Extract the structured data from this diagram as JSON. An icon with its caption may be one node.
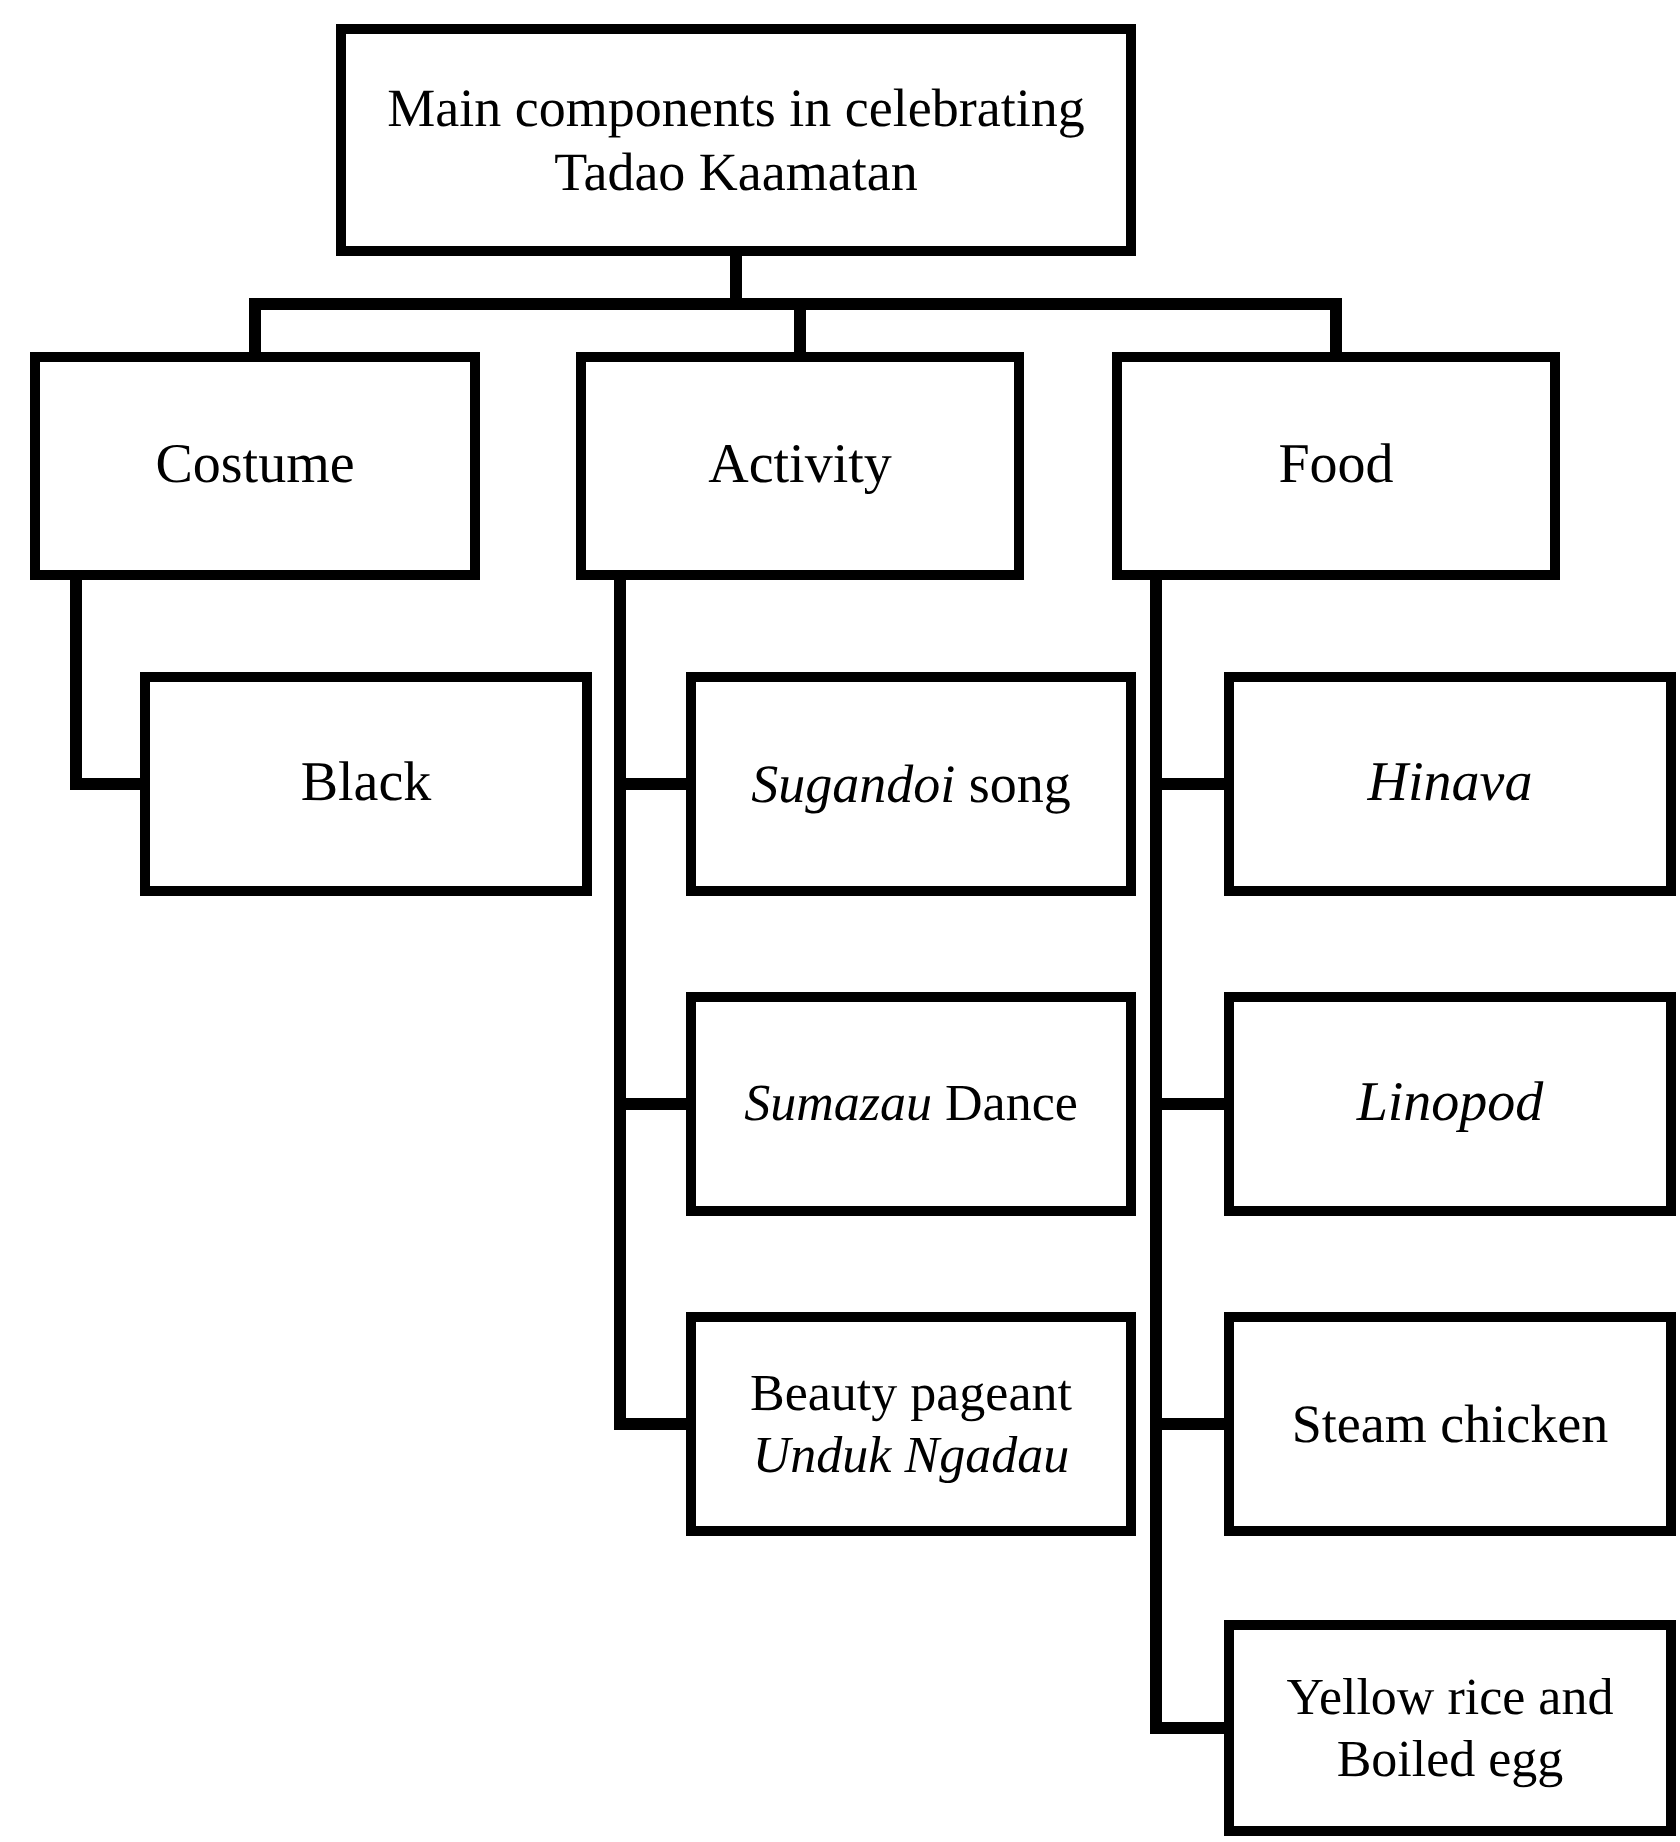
{
  "diagram": {
    "nodes": [
      {
        "text": [
          "Main components in celebrating Tadao Kaamatan"
        ]
      },
      {
        "text": [
          "Costume"
        ]
      },
      {
        "text": [
          "Activity"
        ]
      },
      {
        "text": [
          "Food"
        ]
      },
      {
        "text": [
          "Black"
        ]
      },
      {
        "text": [
          "*Sugandoi* song"
        ]
      },
      {
        "text": [
          "*Sumazau* Dance"
        ]
      },
      {
        "text": [
          "Beauty pageant *Unduk Ngadau*"
        ]
      },
      {
        "text": [
          "*Hinava*"
        ]
      },
      {
        "text": [
          "*Linopod*"
        ]
      },
      {
        "text": [
          "Steam chicken"
        ]
      },
      {
        "text": [
          "Yellow rice and Boiled egg"
        ]
      }
    ],
    "edges": [
      {
        "from": 0,
        "to": 1,
        "arrow": "none"
      },
      {
        "from": 0,
        "to": 2,
        "arrow": "none"
      },
      {
        "from": 0,
        "to": 3,
        "arrow": "none"
      },
      {
        "from": 1,
        "to": 4,
        "arrow": "none"
      },
      {
        "from": 2,
        "to": 5,
        "arrow": "none"
      },
      {
        "from": 2,
        "to": 6,
        "arrow": "none"
      },
      {
        "from": 2,
        "to": 7,
        "arrow": "none"
      },
      {
        "from": 3,
        "to": 8,
        "arrow": "none"
      },
      {
        "from": 3,
        "to": 9,
        "arrow": "none"
      },
      {
        "from": 3,
        "to": 10,
        "arrow": "none"
      },
      {
        "from": 3,
        "to": 11,
        "arrow": "none"
      }
    ]
  }
}
